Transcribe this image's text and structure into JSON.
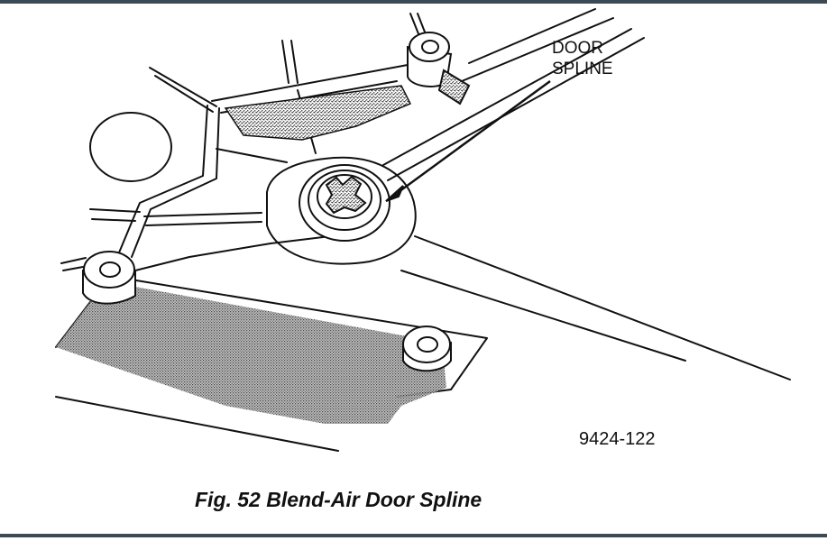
{
  "diagram": {
    "callout": {
      "line1": "DOOR",
      "line2": "SPLINE"
    },
    "figure_number": "9424-122",
    "caption": "Fig. 52 Blend-Air Door Spline"
  },
  "colors": {
    "ink": "#111111",
    "frame_rule": "#3b4a55",
    "shading": "#9a9a9a",
    "background": "#ffffff"
  }
}
